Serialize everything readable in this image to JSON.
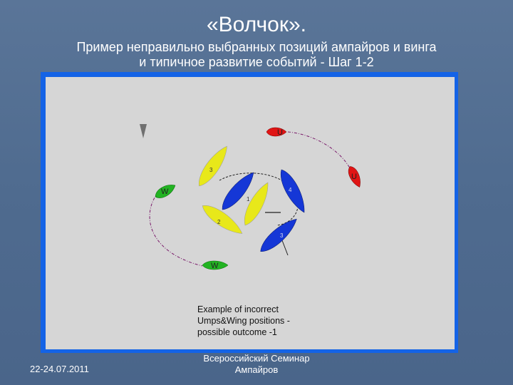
{
  "slide": {
    "title": "«Волчок».",
    "subtitle_line1": "Пример неправильно выбранных позиций ампайров и винга",
    "subtitle_line2": "и типичное развитие событий - Шаг 1-2",
    "date": "22-24.07.2011",
    "footer_line1": "Всероссийский Семинар",
    "footer_line2": "Ампайров"
  },
  "diagram": {
    "caption_line1": "Example of incorrect",
    "caption_line2": "Umps&Wing positions -",
    "caption_line3": "possible outcome -1",
    "boat_labels": {
      "umpire_top": "U",
      "umpire_right": "U",
      "wing_left": "W",
      "wing_bottom": "W",
      "yellow_top": "3",
      "yellow_mid": "1",
      "yellow_low": "2",
      "blue_right": "4",
      "blue_low": "3"
    },
    "colors": {
      "umpire": "#e01515",
      "wing": "#22b322",
      "yellow_boat": "#e8e81a",
      "blue_boat": "#1537d6",
      "mark": "#707070",
      "track": "#7a1a6a"
    }
  }
}
